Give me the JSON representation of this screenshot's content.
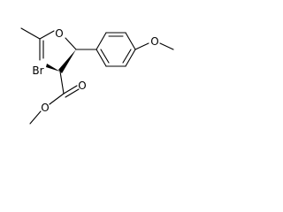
{
  "colors": {
    "background": "#ffffff",
    "ink": "#000000"
  },
  "atoms": {
    "ester_o_top": "O",
    "methoxy_o": "O",
    "bromine": "Br",
    "ester_o_bottom": "O",
    "carbonyl_o": "O"
  }
}
